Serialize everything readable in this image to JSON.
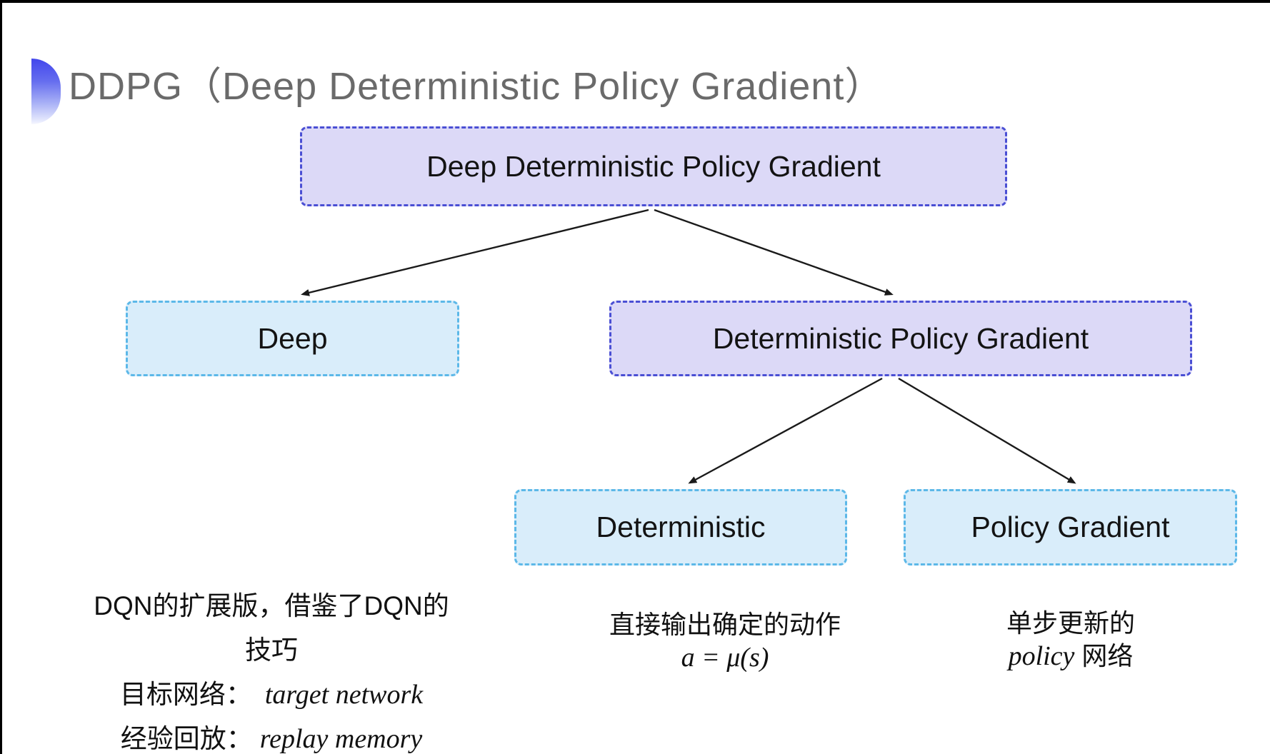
{
  "page": {
    "title": "DDPG（Deep Deterministic Policy Gradient）"
  },
  "diagram": {
    "nodes": [
      {
        "id": "root",
        "label": "Deep Deterministic Policy Gradient",
        "variant": "purple"
      },
      {
        "id": "deep",
        "label": "Deep",
        "variant": "cyan"
      },
      {
        "id": "dpg",
        "label": "Deterministic Policy Gradient",
        "variant": "purple"
      },
      {
        "id": "det",
        "label": "Deterministic",
        "variant": "cyan"
      },
      {
        "id": "pg",
        "label": "Policy Gradient",
        "variant": "cyan"
      }
    ],
    "edges": [
      {
        "from": "root",
        "to": "deep"
      },
      {
        "from": "root",
        "to": "dpg"
      },
      {
        "from": "dpg",
        "to": "det"
      },
      {
        "from": "dpg",
        "to": "pg"
      }
    ]
  },
  "notes": {
    "deep": {
      "line1": "DQN的扩展版，借鉴了DQN的技巧",
      "line2_label": "目标网络：",
      "line2_value": "target network",
      "line3_label": "经验回放：",
      "line3_value": "replay memory"
    },
    "deterministic": {
      "line1": "直接输出确定的动作",
      "formula": "a = μ(s)"
    },
    "policy_gradient": {
      "line1": "单步更新的",
      "line2_italic": "policy",
      "line2_rest": "网络"
    }
  },
  "colors": {
    "purple_fill": "#dcd9f7",
    "purple_border": "#4a4fd4",
    "cyan_fill": "#d9edfa",
    "cyan_border": "#5cb8e8",
    "title_text": "#6a6a6a",
    "accent_gradient_top": "#4246ec",
    "arrow": "#1a1a1a"
  }
}
